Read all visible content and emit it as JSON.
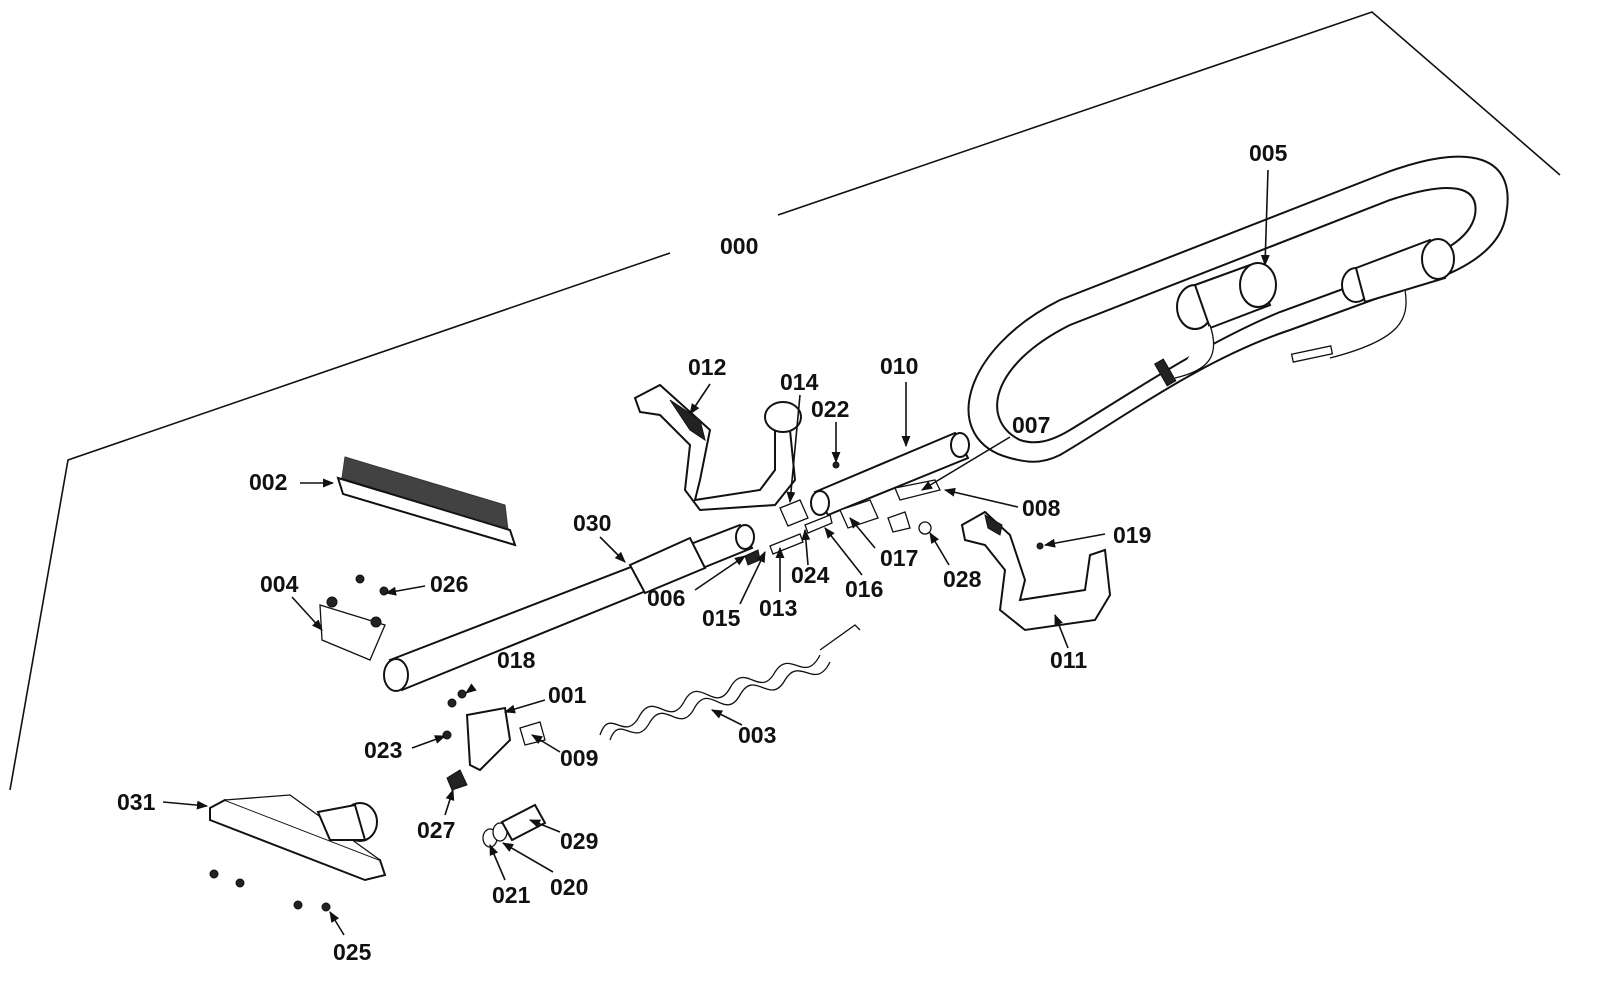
{
  "diagram": {
    "kit_label": "000",
    "parts": [
      {
        "id": "p001",
        "label": "001"
      },
      {
        "id": "p002",
        "label": "002"
      },
      {
        "id": "p003",
        "label": "003"
      },
      {
        "id": "p004",
        "label": "004"
      },
      {
        "id": "p005",
        "label": "005"
      },
      {
        "id": "p006",
        "label": "006"
      },
      {
        "id": "p007",
        "label": "007"
      },
      {
        "id": "p008",
        "label": "008"
      },
      {
        "id": "p009",
        "label": "009"
      },
      {
        "id": "p010",
        "label": "010"
      },
      {
        "id": "p011",
        "label": "011"
      },
      {
        "id": "p012",
        "label": "012"
      },
      {
        "id": "p013",
        "label": "013"
      },
      {
        "id": "p014",
        "label": "014"
      },
      {
        "id": "p015",
        "label": "015"
      },
      {
        "id": "p016",
        "label": "016"
      },
      {
        "id": "p017",
        "label": "017"
      },
      {
        "id": "p018",
        "label": "018"
      },
      {
        "id": "p019",
        "label": "019"
      },
      {
        "id": "p020",
        "label": "020"
      },
      {
        "id": "p021",
        "label": "021"
      },
      {
        "id": "p022",
        "label": "022"
      },
      {
        "id": "p023",
        "label": "023"
      },
      {
        "id": "p024",
        "label": "024"
      },
      {
        "id": "p025",
        "label": "025"
      },
      {
        "id": "p026",
        "label": "026"
      },
      {
        "id": "p027",
        "label": "027"
      },
      {
        "id": "p028",
        "label": "028"
      },
      {
        "id": "p029",
        "label": "029"
      },
      {
        "id": "p030",
        "label": "030"
      },
      {
        "id": "p031",
        "label": "031"
      }
    ]
  }
}
